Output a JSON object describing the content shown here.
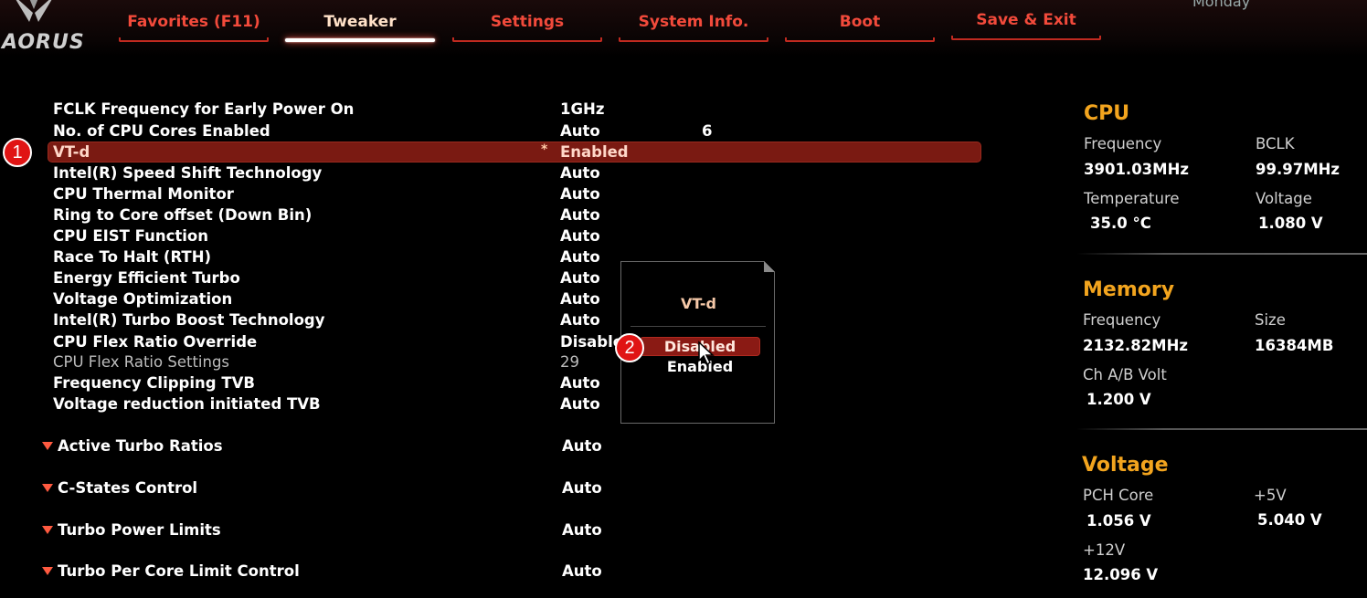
{
  "top": {
    "logo": "AORUS",
    "clock_day": "Monday",
    "clock_extra": ""
  },
  "tabs": [
    {
      "label": "Favorites (F11)",
      "active": false
    },
    {
      "label": "Tweaker",
      "active": true
    },
    {
      "label": "Settings",
      "active": false
    },
    {
      "label": "System Info.",
      "active": false
    },
    {
      "label": "Boot",
      "active": false
    },
    {
      "label": "Save & Exit",
      "active": false
    }
  ],
  "settings": [
    {
      "name": "FCLK Frequency for Early Power On",
      "value": "1GHz"
    },
    {
      "name": "No. of CPU Cores Enabled",
      "value": "Auto",
      "extra": "6"
    },
    {
      "name": "VT-d",
      "value": "Enabled",
      "selected": true,
      "modified_marker": "*"
    },
    {
      "name": "Intel(R) Speed Shift Technology",
      "value": "Auto"
    },
    {
      "name": "CPU Thermal Monitor",
      "value": "Auto"
    },
    {
      "name": "Ring to Core offset (Down Bin)",
      "value": "Auto"
    },
    {
      "name": "CPU EIST Function",
      "value": "Auto"
    },
    {
      "name": "Race To Halt (RTH)",
      "value": "Auto"
    },
    {
      "name": "Energy Efficient Turbo",
      "value": "Auto"
    },
    {
      "name": "Voltage Optimization",
      "value": "Auto"
    },
    {
      "name": "Intel(R) Turbo Boost Technology",
      "value": "Auto"
    },
    {
      "name": "CPU Flex Ratio Override",
      "value": "Disable"
    },
    {
      "name": "CPU Flex Ratio Settings",
      "value": "29",
      "dimmed": true
    },
    {
      "name": "Frequency Clipping TVB",
      "value": "Auto"
    },
    {
      "name": "Voltage reduction initiated TVB",
      "value": "Auto"
    }
  ],
  "groups": [
    {
      "name": "Active Turbo Ratios",
      "value": "Auto"
    },
    {
      "name": "C-States Control",
      "value": "Auto"
    },
    {
      "name": "Turbo Power Limits",
      "value": "Auto"
    },
    {
      "name": "Turbo Per Core Limit Control",
      "value": "Auto"
    }
  ],
  "popup": {
    "title": "VT-d",
    "options": [
      {
        "label": "Disabled",
        "highlighted": true
      },
      {
        "label": "Enabled",
        "highlighted": false
      }
    ]
  },
  "callouts": [
    "1",
    "2"
  ],
  "panel": {
    "cpu": {
      "title": "CPU",
      "frequency_label": "Frequency",
      "frequency": "3901.03MHz",
      "bclk_label": "BCLK",
      "bclk": "99.97MHz",
      "temperature_label": "Temperature",
      "temperature": "35.0 °C",
      "voltage_label": "Voltage",
      "voltage": "1.080 V"
    },
    "memory": {
      "title": "Memory",
      "frequency_label": "Frequency",
      "frequency": "2132.82MHz",
      "size_label": "Size",
      "size": "16384MB",
      "chab_label": "Ch A/B Volt",
      "chab": "1.200 V"
    },
    "voltage": {
      "title": "Voltage",
      "pch_label": "PCH Core",
      "pch": "1.056 V",
      "p5v_label": "+5V",
      "p5v": "5.040 V",
      "p12v_label": "+12V",
      "p12v": "12.096 V"
    }
  },
  "colors": {
    "accent_red": "#c02a20",
    "selection_bg": "#7a1a12",
    "panel_heading": "#f2a41e"
  }
}
